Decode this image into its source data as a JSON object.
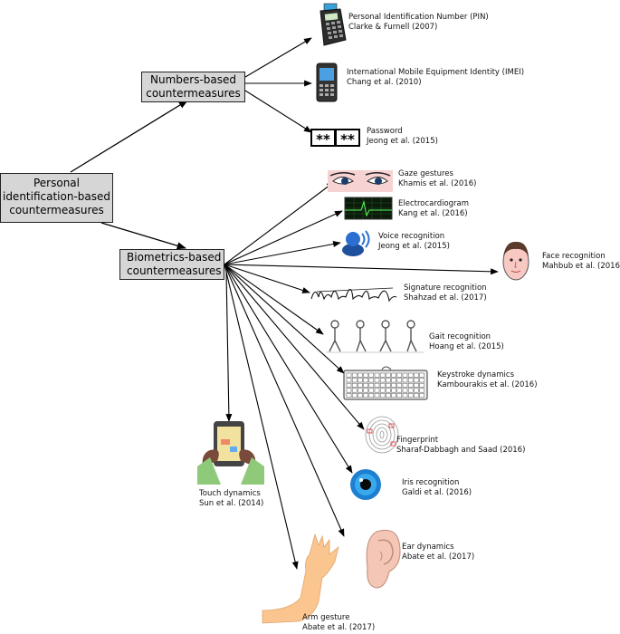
{
  "root": {
    "line1": "Personal",
    "line2": "identification-based",
    "line3": "countermeasures"
  },
  "numbers": {
    "line1": "Numbers-based",
    "line2": "countermeasures"
  },
  "biometrics": {
    "line1": "Biometrics-based",
    "line2": "countermeasures"
  },
  "methods": [
    {
      "title": "Personal Identification Number (PIN)",
      "ref": "Clarke & Furnell (2007)",
      "icon": "pin-terminal-icon"
    },
    {
      "title": "International Mobile Equipment Identity (IMEI)",
      "ref": "Chang et al. (2010)",
      "icon": "mobile-phone-icon"
    },
    {
      "title": "Password",
      "ref": "Jeong et al. (2015)",
      "icon": "password-icon"
    },
    {
      "title": "Gaze gestures",
      "ref": "Khamis et al. (2016)",
      "icon": "eyes-icon"
    },
    {
      "title": "Electrocardiogram",
      "ref": "Kang et al. (2016)",
      "icon": "ecg-icon"
    },
    {
      "title": "Voice recognition",
      "ref": "Jeong et al. (2015)",
      "icon": "voice-icon"
    },
    {
      "title": "Face recognition",
      "ref": "Mahbub et al. (2016)",
      "icon": "face-icon"
    },
    {
      "title": "Signature recognition",
      "ref": "Shahzad et al. (2017)",
      "icon": "signature-icon"
    },
    {
      "title": "Gait recognition",
      "ref": "Hoang et al. (2015)",
      "icon": "gait-icon"
    },
    {
      "title": "Keystroke dynamics",
      "ref": "Kambourakis et al. (2016)",
      "icon": "keyboard-icon"
    },
    {
      "title": "Fingerprint",
      "ref": "Sharaf-Dabbagh and Saad (2016)",
      "icon": "fingerprint-icon"
    },
    {
      "title": "Iris recognition",
      "ref": "Galdi et al. (2016)",
      "icon": "iris-icon"
    },
    {
      "title": "Touch dynamics",
      "ref": "Sun et al. (2014)",
      "icon": "touch-phone-icon"
    },
    {
      "title": "Ear dynamics",
      "ref": "Abate et al. (2017)",
      "icon": "ear-icon"
    },
    {
      "title": "Arm gesture",
      "ref": "Abate et al. (2017)",
      "icon": "arm-icon"
    }
  ],
  "colors": {
    "box_fill": "#d6d6d6",
    "line": "#000000"
  }
}
